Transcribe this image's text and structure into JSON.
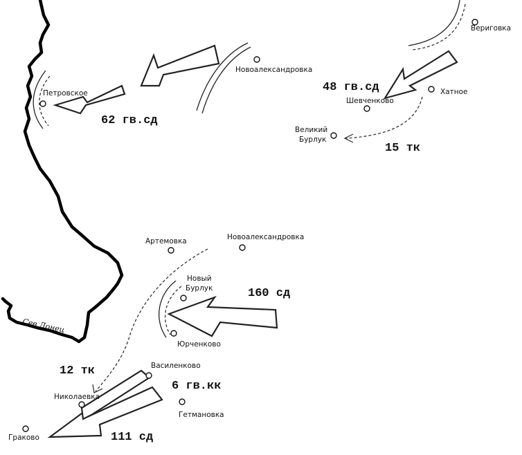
{
  "river": {
    "name": "Сев Донец"
  },
  "towns": {
    "verigovka": "Вериговка",
    "novoalexandrovka_n": "Новоалександровка",
    "petrovskoe": "Петровское",
    "khatnoe": "Хатное",
    "shevchenkovo": "Шевченково",
    "velikiy_burluk_1": "Великий",
    "velikiy_burluk_2": "Бурлук",
    "artemovka": "Артемовка",
    "novoalexandrovka_s": "Новоалександровка",
    "novy_burluk_1": "Новый",
    "novy_burluk_2": "Бурлук",
    "yurchenkovo": "Юрченково",
    "vasilenkovo": "Василенково",
    "nikolaevka": "Николаевка",
    "getmanovka": "Гетмановка",
    "grakovo": "Граково"
  },
  "units": {
    "gv48": "48 гв.сд",
    "gv62": "62 гв.сд",
    "tk15": "15 тк",
    "sd160": "160 сд",
    "tk12": "12 тк",
    "kk6": "6 гв.кк",
    "sd111": "111 сд"
  }
}
